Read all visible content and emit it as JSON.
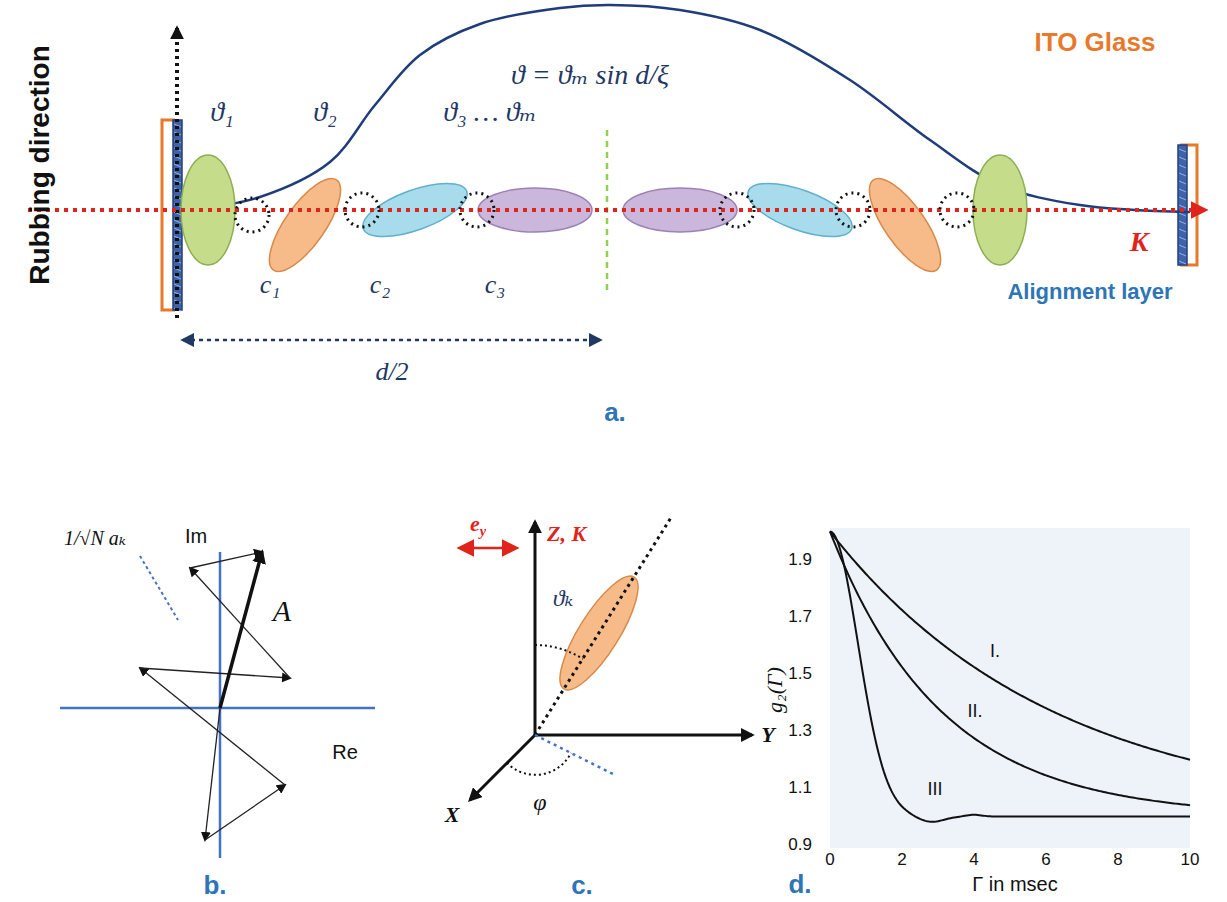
{
  "diagram": {
    "labels": [
      "Rubbing direction",
      "ϑ₁",
      "ϑ₂",
      "ϑ₃ … ϑₘ",
      "ϑ = ϑₘ sin d/ξ",
      "ITO Glass",
      "c₁",
      "c₂",
      "c₃",
      "K⃗",
      "Alignment layer",
      "d/2",
      "a.",
      "Im",
      "Re",
      "1/√N aₖ",
      "A",
      "b.",
      "Z, K⃗",
      "ey",
      "ϑₖ",
      "X",
      "Y",
      "φ",
      "c.",
      "1.9",
      "1.7",
      "1.5",
      "1.3",
      "1.1",
      "0.9",
      "0",
      "2",
      "4",
      "6",
      "8",
      "10",
      "g₂(Γ)",
      "Γ in msec",
      "I.",
      "II.",
      "III",
      "d."
    ]
  }
}
